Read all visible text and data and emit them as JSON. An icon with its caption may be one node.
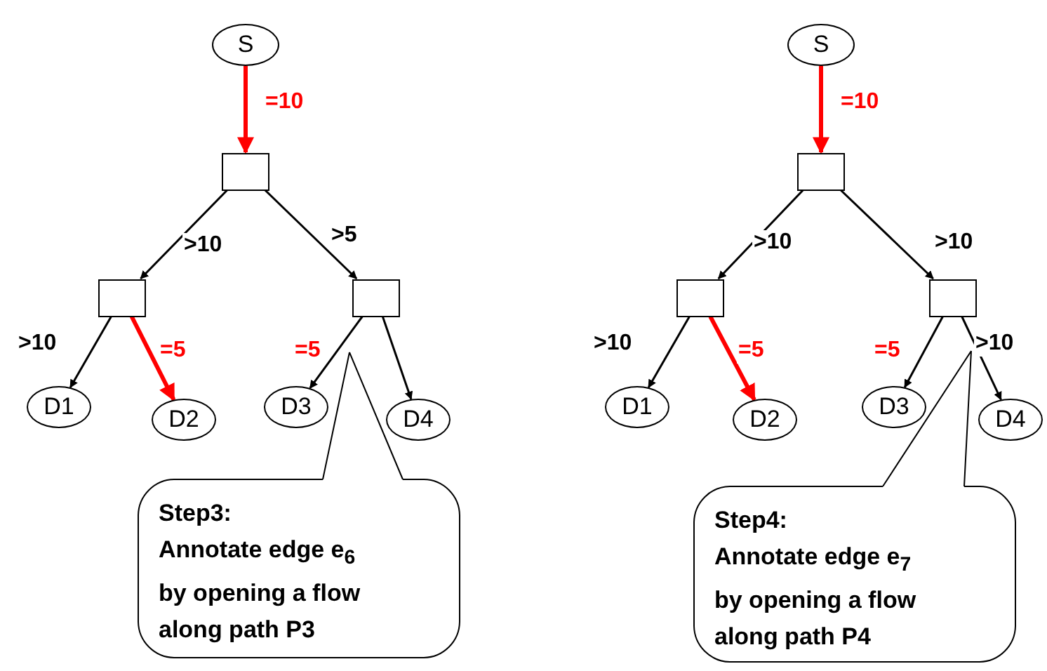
{
  "diagram": {
    "nodes": [
      {
        "text": [
          "S"
        ]
      },
      {
        "text": [],
        "shape": "box"
      },
      {
        "text": [],
        "shape": "box"
      },
      {
        "text": [],
        "shape": "box"
      },
      {
        "text": [
          "D1"
        ]
      },
      {
        "text": [
          "D2"
        ]
      },
      {
        "text": [
          "D3"
        ]
      },
      {
        "text": [
          "D4"
        ]
      },
      {
        "text": [
          "Step3:",
          "Annotate edge e$_{6}$ by opening a flow along path P3"
        ]
      },
      {
        "text": [
          "S"
        ]
      },
      {
        "text": [],
        "shape": "box"
      },
      {
        "text": [],
        "shape": "box"
      },
      {
        "text": [],
        "shape": "box"
      },
      {
        "text": [
          "D1"
        ]
      },
      {
        "text": [
          "D2"
        ]
      },
      {
        "text": [
          "D3"
        ]
      },
      {
        "text": [
          "D4"
        ]
      },
      {
        "text": [
          "Step4:",
          "Annotate edge e$_{7}$ by opening a flow along path P4"
        ]
      }
    ],
    "edges": [
      {
        "from": 0,
        "to": 1,
        "arrow": "to",
        "label": "=10",
        "style": "thick",
        "color": "#ff0000"
      },
      {
        "from": 1,
        "to": 2,
        "arrow": "to",
        "label": ">10"
      },
      {
        "from": 1,
        "to": 3,
        "arrow": "to",
        "label": ">5"
      },
      {
        "from": 2,
        "to": 4,
        "arrow": "to",
        "label": ">10"
      },
      {
        "from": 2,
        "to": 5,
        "arrow": "to",
        "label": "=5",
        "style": "thick",
        "color": "#ff0000"
      },
      {
        "from": 3,
        "to": 6,
        "arrow": "to",
        "label": "=5"
      },
      {
        "from": 3,
        "to": 7,
        "arrow": "to"
      },
      {
        "from": 8,
        "to": null,
        "arrow": "none"
      },
      {
        "from": 9,
        "to": 10,
        "arrow": "to",
        "label": "=10",
        "style": "thick",
        "color": "#ff0000"
      },
      {
        "from": 10,
        "to": 11,
        "arrow": "to",
        "label": ">10"
      },
      {
        "from": 10,
        "to": 12,
        "arrow": "to",
        "label": ">10"
      },
      {
        "from": 11,
        "to": 13,
        "arrow": "to",
        "label": ">10"
      },
      {
        "from": 11,
        "to": 14,
        "arrow": "to",
        "label": "=5",
        "style": "thick",
        "color": "#ff0000"
      },
      {
        "from": 12,
        "to": 15,
        "arrow": "to",
        "label": "=5"
      },
      {
        "from": 12,
        "to": 16,
        "arrow": "to",
        "label": ">10"
      },
      {
        "from": 17,
        "to": null,
        "arrow": "none"
      }
    ]
  }
}
